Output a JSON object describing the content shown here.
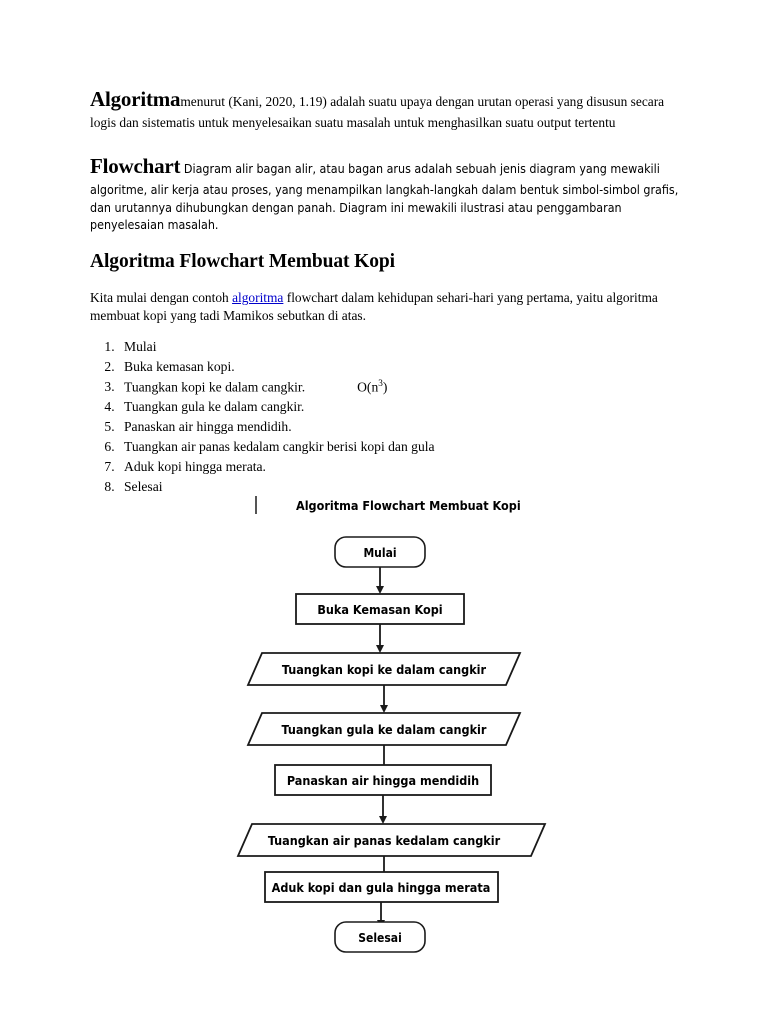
{
  "document": {
    "paragraphs": [
      {
        "lead": "Algoritma",
        "body": "menurut (Kani, 2020, 1.19) adalah suatu upaya dengan urutan operasi yang disusun secara logis dan sistematis untuk menyelesaikan suatu masalah untuk menghasilkan suatu output tertentu"
      },
      {
        "lead": "Flowchart",
        "body": "Diagram alir bagan alir, atau bagan arus adalah sebuah jenis diagram yang mewakili algoritme, alir kerja atau proses, yang menampilkan langkah-langkah dalam bentuk simbol-simbol grafis, dan urutannya dihubungkan dengan panah. Diagram ini mewakili ilustrasi atau penggambaran penyelesaian masalah."
      }
    ],
    "heading": "Algoritma Flowchart Membuat Kopi",
    "intro": {
      "before_link": "Kita mulai dengan contoh ",
      "link_text": "algoritma",
      "after_link": " flowchart dalam kehidupan sehari-hari yang pertama, yaitu algoritma membuat kopi yang tadi Mamikos sebutkan di atas."
    },
    "steps": [
      {
        "text": "Mulai",
        "note": ""
      },
      {
        "text": "Buka kemasan kopi.",
        "note": ""
      },
      {
        "text": "Tuangkan kopi ke dalam cangkir.",
        "note": "O(n3)",
        "note_base": "O(n",
        "note_sup": "3",
        "note_tail": ")"
      },
      {
        "text": "Tuangkan gula ke dalam cangkir.",
        "note": ""
      },
      {
        "text": "Panaskan air hingga mendidih.",
        "note": ""
      },
      {
        "text": "Tuangkan air panas kedalam cangkir berisi kopi dan gula",
        "note": ""
      },
      {
        "text": "Aduk kopi hingga merata.",
        "note": ""
      },
      {
        "text": "Selesai",
        "note": ""
      }
    ],
    "link_color": "#0000CC",
    "text_color": "#000000"
  },
  "flowchart": {
    "title": "Algoritma Flowchart Membuat Kopi",
    "caret_present": true,
    "stroke_color": "#1a1a1a",
    "fill_color": "#FFFFFF",
    "nodes": [
      {
        "id": "n1",
        "label": "Mulai",
        "shape": "terminator"
      },
      {
        "id": "n2",
        "label": "Buka Kemasan Kopi",
        "shape": "process"
      },
      {
        "id": "n3",
        "label": "Tuangkan kopi ke dalam cangkir",
        "shape": "io"
      },
      {
        "id": "n4",
        "label": "Tuangkan gula ke dalam cangkir",
        "shape": "io"
      },
      {
        "id": "n5",
        "label": "Panaskan air hingga mendidih",
        "shape": "process"
      },
      {
        "id": "n6",
        "label": "Tuangkan air panas kedalam cangkir",
        "shape": "io"
      },
      {
        "id": "n7",
        "label": "Aduk kopi dan gula hingga merata",
        "shape": "process"
      },
      {
        "id": "n8",
        "label": "Selesai",
        "shape": "terminator"
      }
    ],
    "connectors": [
      {
        "from": "n1",
        "to": "n2"
      },
      {
        "from": "n2",
        "to": "n3"
      },
      {
        "from": "n3",
        "to": "n4"
      },
      {
        "from": "n4",
        "to": "n5"
      },
      {
        "from": "n5",
        "to": "n6"
      },
      {
        "from": "n6",
        "to": "n7"
      },
      {
        "from": "n7",
        "to": "n8"
      }
    ]
  }
}
